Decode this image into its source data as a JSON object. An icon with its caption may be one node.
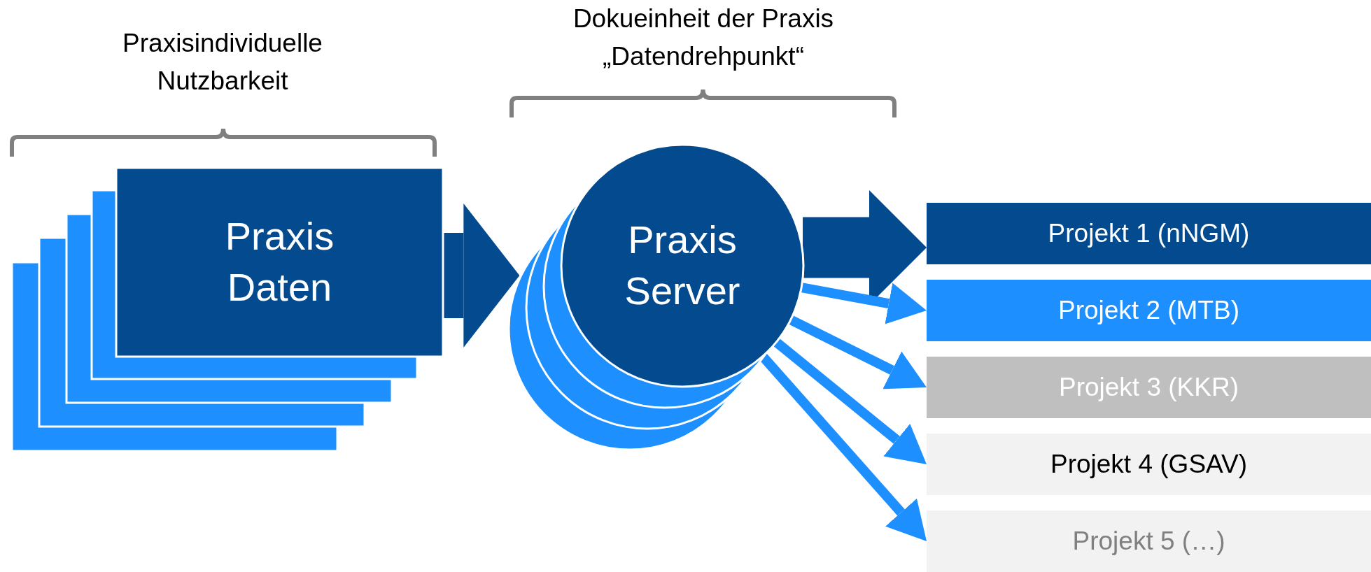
{
  "diagram": {
    "nodes": [
      {
        "text": [
          "Praxis Daten"
        ]
      },
      {
        "text": [
          "Praxis Server"
        ]
      },
      {
        "text": [
          "Projekt 1 (nNGM)"
        ]
      },
      {
        "text": [
          "Projekt 2 (MTB)"
        ]
      },
      {
        "text": [
          "Projekt 3 (KKR)"
        ]
      },
      {
        "text": [
          "Projekt 4 (GSAV)"
        ]
      },
      {
        "text": [
          "Projekt 5 (…)"
        ]
      }
    ],
    "edges": [
      {
        "from": 0,
        "to": 1,
        "arrow": "to",
        "style": "thick",
        "color": "#034a8f"
      },
      {
        "from": 1,
        "to": 2,
        "arrow": "to",
        "style": "thick",
        "color": "#034a8f"
      },
      {
        "from": 1,
        "to": 3,
        "arrow": "to"
      },
      {
        "from": 1,
        "to": 4,
        "arrow": "to"
      },
      {
        "from": 1,
        "to": 5,
        "arrow": "to"
      },
      {
        "from": 1,
        "to": 6,
        "arrow": "to"
      }
    ],
    "labels": [
      "Praxisindividuelle Nutzbarkeit",
      "Dokueinheit der Praxis „Datendrehpunkt“"
    ]
  }
}
